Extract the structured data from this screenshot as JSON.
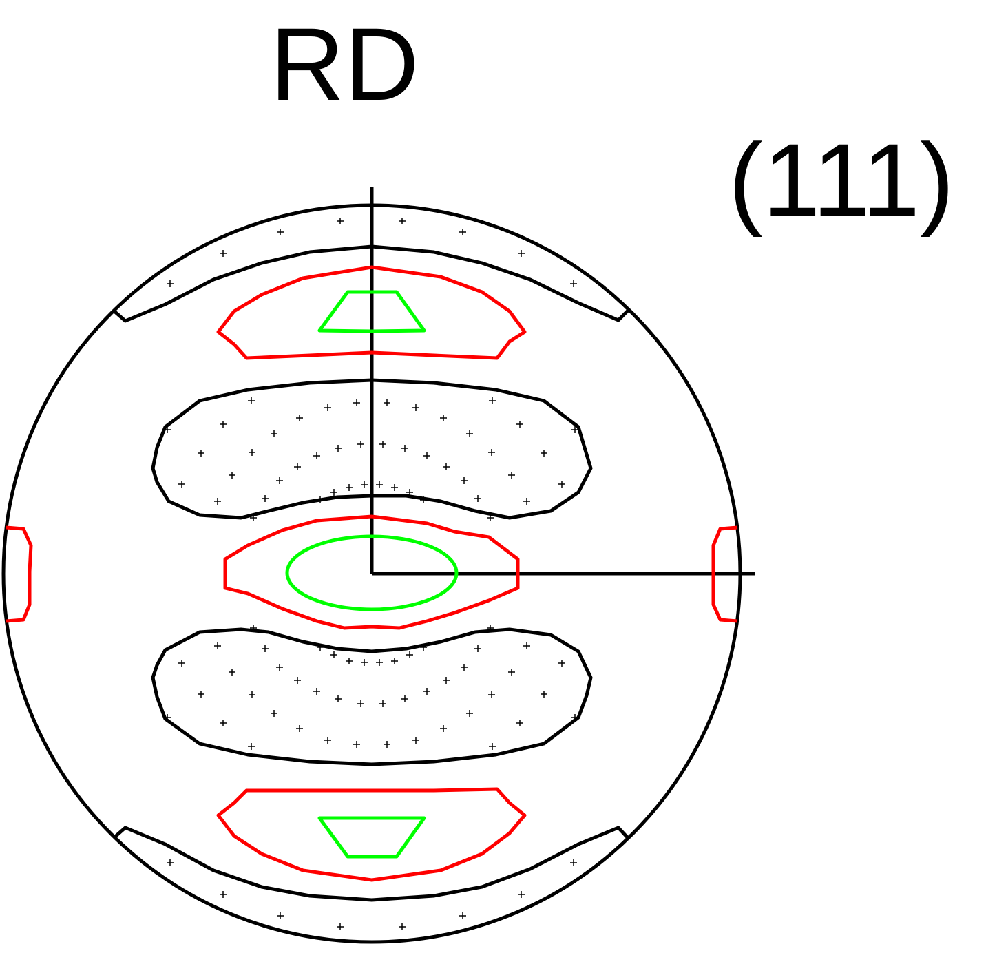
{
  "labels": {
    "direction": "RD",
    "plane": "(111)"
  },
  "colors": {
    "outline": "#000000",
    "contour_red": "#ff0000",
    "contour_green": "#00ff00",
    "background": "#ffffff"
  },
  "figure": {
    "type": "pole figure",
    "contour_levels": [
      "black",
      "red",
      "green"
    ],
    "low_intensity_marker": "+"
  }
}
